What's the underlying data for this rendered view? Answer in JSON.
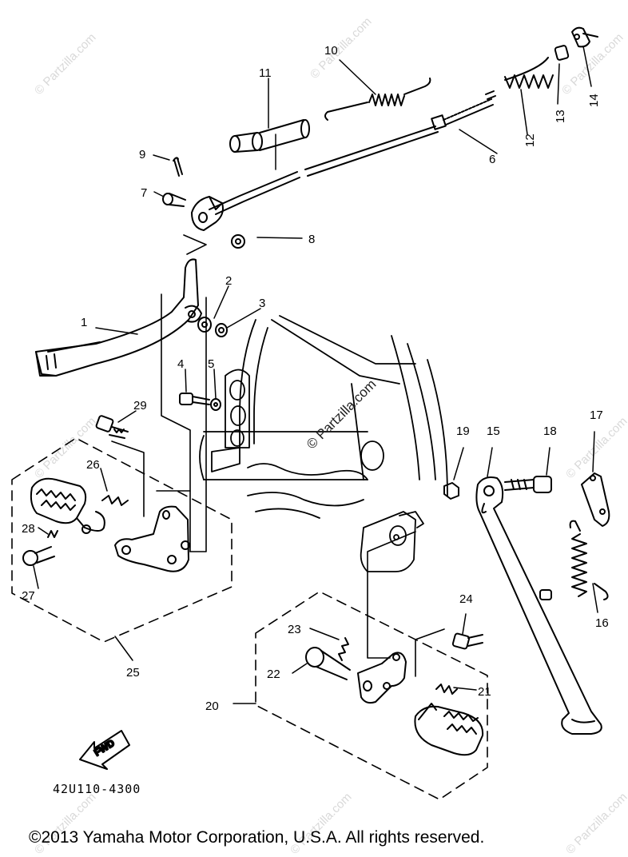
{
  "watermark": "© Partzilla.com",
  "part_numbers": {
    "p1": "1",
    "p2": "2",
    "p3": "3",
    "p4": "4",
    "p5": "5",
    "p6": "6",
    "p7": "7",
    "p8": "8",
    "p9": "9",
    "p10": "10",
    "p11": "11",
    "p12": "12",
    "p13": "13",
    "p14": "14",
    "p15": "15",
    "p16": "16",
    "p17": "17",
    "p18": "18",
    "p19": "19",
    "p20": "20",
    "p21": "21",
    "p22": "22",
    "p23": "23",
    "p24": "24",
    "p25": "25",
    "p26": "26",
    "p27": "27",
    "p28": "28",
    "p29": "29"
  },
  "fwd_label": "FWD",
  "diagram_code": "42U110-4300",
  "copyright": "©2013 Yamaha Motor Corporation, U.S.A. All rights reserved."
}
